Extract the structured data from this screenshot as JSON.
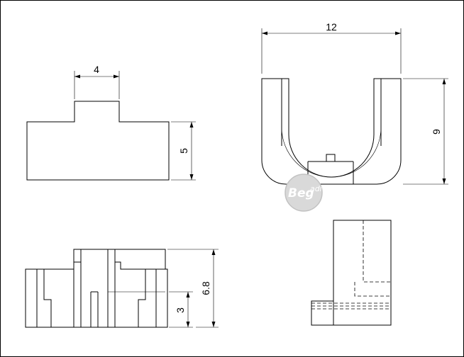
{
  "dimensions": {
    "top_left_width": "4",
    "top_left_height": "5",
    "top_right_width": "12",
    "top_right_height": "9",
    "bottom_left_height_total": "6.8",
    "bottom_left_height_partial": "3"
  },
  "watermark": {
    "brand": "Beg",
    "brand_suffix": "adi"
  }
}
